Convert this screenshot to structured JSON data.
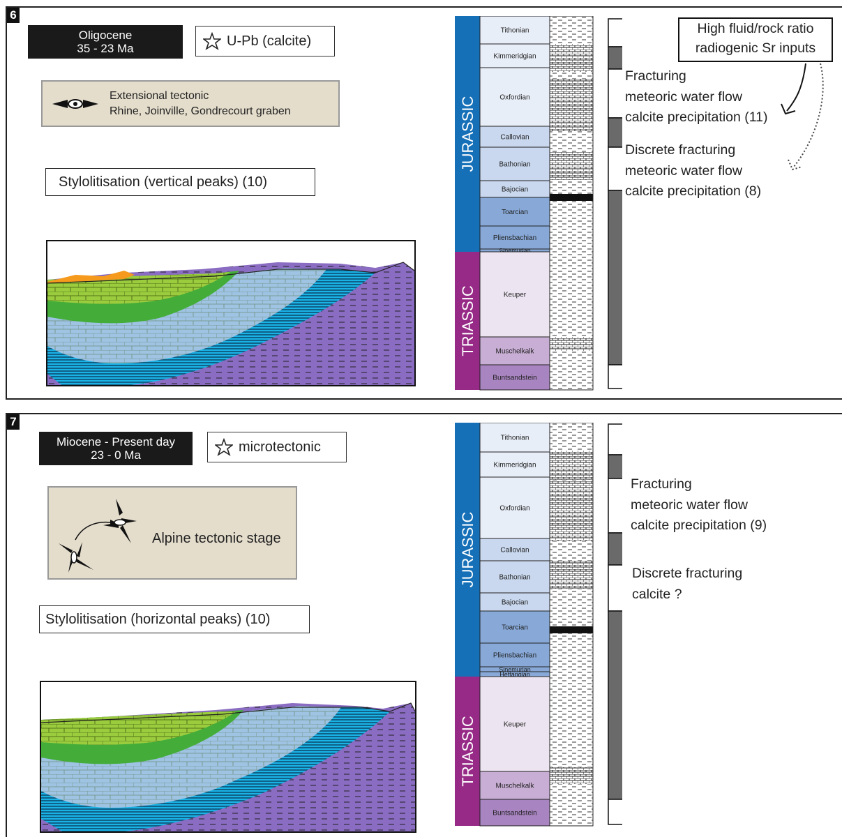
{
  "panel6": {
    "number": "6",
    "age_title": "Oligocene",
    "age_range": "35 - 23 Ma",
    "dating": "U-Pb (calcite)",
    "tectonic_line1": "Extensional tectonic",
    "tectonic_line2": "Rhine, Joinville, Gondrecourt graben",
    "stylolite": "Stylolitisation (vertical peaks) (10)",
    "fluid_line1": "High fluid/rock ratio",
    "fluid_line2": "radiogenic Sr inputs",
    "note1": [
      "Fracturing",
      "meteoric water flow",
      "calcite precipitation (11)"
    ],
    "note2": [
      "Discrete fracturing",
      "meteoric water flow",
      "calcite precipitation (8)"
    ]
  },
  "panel7": {
    "number": "7",
    "age_title": "Miocene - Present day",
    "age_range": "23 - 0 Ma",
    "dating": "microtectonic",
    "tectonic_label": "Alpine tectonic stage",
    "stylolite": "Stylolitisation (horizontal peaks) (10)",
    "note1": [
      "Fracturing",
      "meteoric water flow",
      "calcite precipitation (9)"
    ],
    "note2": [
      "Discrete fracturing",
      "calcite ?"
    ]
  },
  "stratigraphy": {
    "systems": [
      "JURASSIC",
      "TRIASSIC"
    ],
    "stages": [
      "Tithonian",
      "Kimmeridgian",
      "Oxfordian",
      "Callovian",
      "Bathonian",
      "Bajocian",
      "Toarcian",
      "Pliensbachian",
      "Sinemurian",
      "Hettangian",
      "Keuper",
      "Muschelkalk",
      "Buntsandstein"
    ]
  },
  "icons": {
    "star": "star-icon",
    "extension": "extension-arrows-icon",
    "compression": "compression-arrows-icon"
  },
  "colors": {
    "jurassic": "#1670b8",
    "triassic": "#962a86",
    "age_box": "#1a1a1a",
    "tectonic_box": "#e4ddcc"
  }
}
